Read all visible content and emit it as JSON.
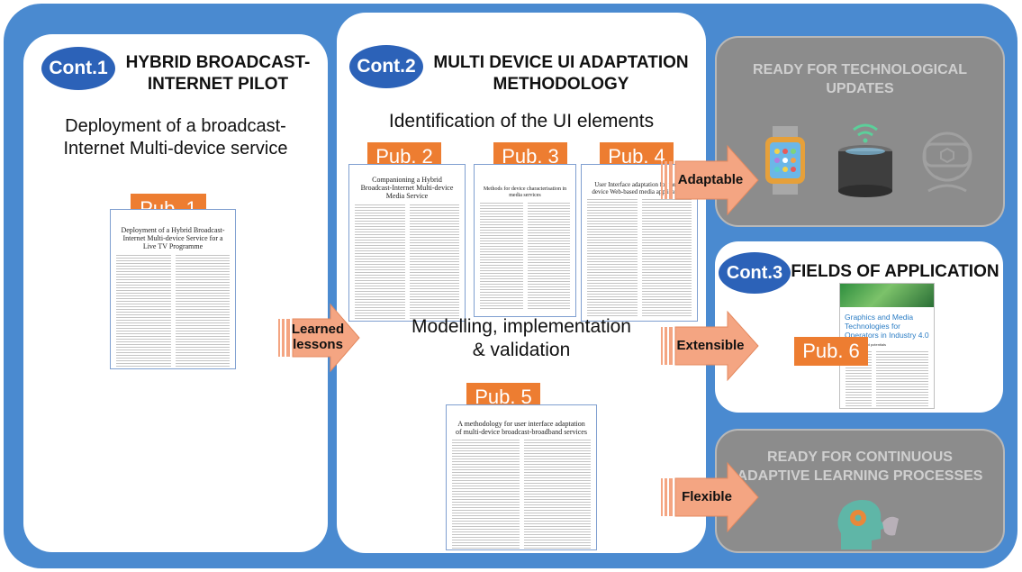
{
  "cont1": {
    "badge": "Cont.1",
    "title": "HYBRID BROADCAST-\nINTERNET PILOT",
    "subtitle": "Deployment of a broadcast-\nInternet Multi-device service"
  },
  "cont2": {
    "badge": "Cont.2",
    "title": "MULTI DEVICE UI ADAPTATION\nMETHODOLOGY",
    "subtitle1": "Identification of the UI elements",
    "subtitle2": "Modelling, implementation\n& validation"
  },
  "cont3": {
    "badge": "Cont.3",
    "title": "FIELDS OF APPLICATION"
  },
  "ready_tech": {
    "title": "READY FOR TECHNOLOGICAL\nUPDATES"
  },
  "ready_learning": {
    "title": "READY FOR CONTINUOUS\nADAPTIVE LEARNING PROCESSES"
  },
  "arrows": {
    "learned": "Learned\nlessons",
    "adaptable": "Adaptable",
    "extensible": "Extensible",
    "flexible": "Flexible"
  },
  "pubs": {
    "p1": {
      "label": "Pub. 1",
      "title": "Deployment of a Hybrid Broadcast-Internet Multi-device Service for a Live TV Programme"
    },
    "p2": {
      "label": "Pub. 2",
      "title": "Companioning a Hybrid Broadcast-Internet Multi-device Media Service"
    },
    "p3": {
      "label": "Pub. 3",
      "title": "Methods for device characterisation in media services"
    },
    "p4": {
      "label": "Pub. 4",
      "title": "User Interface adaptation for multi-device Web-based media applications"
    },
    "p5": {
      "label": "Pub. 5",
      "title": "A methodology for user interface adaptation of multi-device broadcast-broadband services"
    },
    "p6": {
      "label": "Pub. 6",
      "title": "Graphics and Media Technologies for Operators in Industry 4.0",
      "subtitle": "Challenges and potentials"
    }
  },
  "colors": {
    "frame": "#4a8ad0",
    "badge": "#2c62b8",
    "pub": "#ed7d31",
    "arrow": "#f4a582",
    "grey_card": "#8c8c8c"
  },
  "icons": [
    "smartwatch-icon",
    "smart-speaker-icon",
    "vr-headset-icon",
    "head-learning-icon"
  ]
}
